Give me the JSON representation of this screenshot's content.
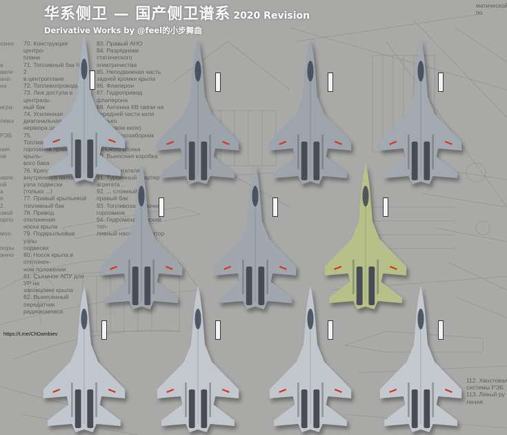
{
  "title": {
    "main": "华系侧卫 — 国产侧卫谱系",
    "revision": "2020 Revision"
  },
  "subtitle": "Derivative Works by @feel的小步舞曲",
  "credit": "https://t.me/ChDambiev",
  "background_legend": {
    "left_edge": "озного\n\n\nа\nавле-\nане-\nна\n\n\nигра-\n\nлевого\n\nРЭБ\n\nния\nов\n\n\nавле-\nой\nа\nя\n2\nовой\nорло-\n\nмоз-\n\nпоры\nанном",
    "col1": [
      "70. Конструкция центро-",
      "плана",
      "71. Топливный бак № 2",
      "в центроплане",
      "72. Топливопроводы",
      "73. Люк доступа в централь-",
      "ный бак",
      "74. Усиленная диагональная",
      "нервюра центроплана",
      "75. Топливозаправочная",
      "горловина правого крыль-",
      "вого бака",
      "76. Крепление правого",
      "внутреннего пилона",
      "узла подвески",
      "(только ...)",
      "77. Правый крыльевой",
      "топливный бак",
      "78. Привод отклонения",
      "носка крыла",
      "79. Подкрыльевые узлы",
      "подвески",
      "80. Носок крыла в отклонен-",
      "ном положении",
      "81. Съемное АПУ для УР на",
      "законцовке крыла",
      "82. Вынесенный передатчик",
      "радиокомпаса"
    ],
    "col2": [
      "83. Правый АНО",
      "84. Разрядники статического",
      "электричества",
      "85. Неподвижная часть",
      "задней кромки крыла",
      "86. Флаперон",
      "87. Гидропривод флаперона",
      "88. Антенна КВ связи на",
      "передней части киля (только",
      "на правом киле)",
      "89. Воздухозаборник двига-",
      "тельного отсека",
      "90. Выносная коробка агре-",
      "гатов двигателя",
      "91. Турбинный стартер",
      "агрегата ...",
      "92. ... сложный",
      "правый бак",
      "93. Топливозаправочная",
      "горловина",
      "94. Гидромеханический топ-",
      "ливный насос-регулятор"
    ],
    "top_right": "матической по",
    "bottom_right": [
      "112. Хвостовая",
      "системы РЭБ",
      "113. Левый ру",
      "ления"
    ]
  },
  "aircraft": [
    {
      "livery": "#a9b2bb"
    },
    {
      "livery": "#9da3aa"
    },
    {
      "livery": "#9ea4ab"
    },
    {
      "livery": "#a3a9b0"
    },
    {
      "livery": "#9fa5ac"
    },
    {
      "livery": "#a1a7ae"
    },
    {
      "livery": "#b8c08a"
    },
    {
      "livery": "#c1c7ce"
    },
    {
      "livery": "#c3c8ce"
    },
    {
      "livery": "#c2c7cd"
    },
    {
      "livery": "#c4c9cf"
    }
  ],
  "colors": {
    "background": "#a9aaa8",
    "roundel": "#d23a1c",
    "title": "#ffffff"
  }
}
